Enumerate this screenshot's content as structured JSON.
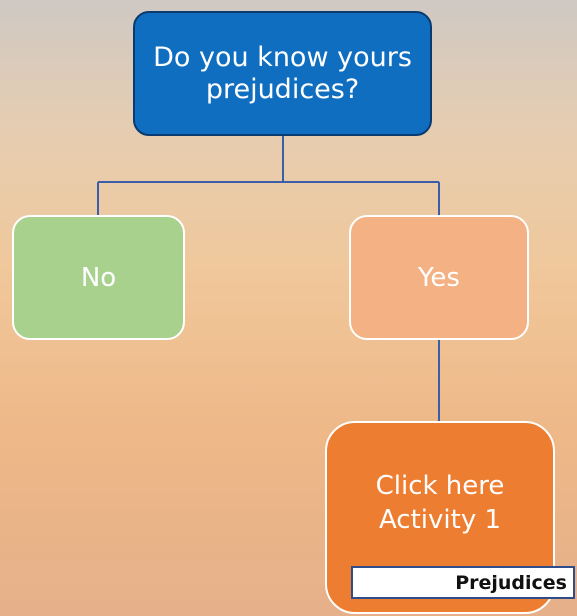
{
  "flowchart": {
    "root": {
      "question": "Do you know yours prejudices?"
    },
    "branches": [
      {
        "answer": "No"
      },
      {
        "answer": "Yes"
      }
    ],
    "action": {
      "line1": "Click here",
      "line2": "Activity 1"
    },
    "tag_label": "Prejudices"
  },
  "colors": {
    "root": "#0f6ec0",
    "no": "#a9d18e",
    "yes": "#f4b183",
    "action": "#ed7d31",
    "connector": "#3b5ea8"
  }
}
